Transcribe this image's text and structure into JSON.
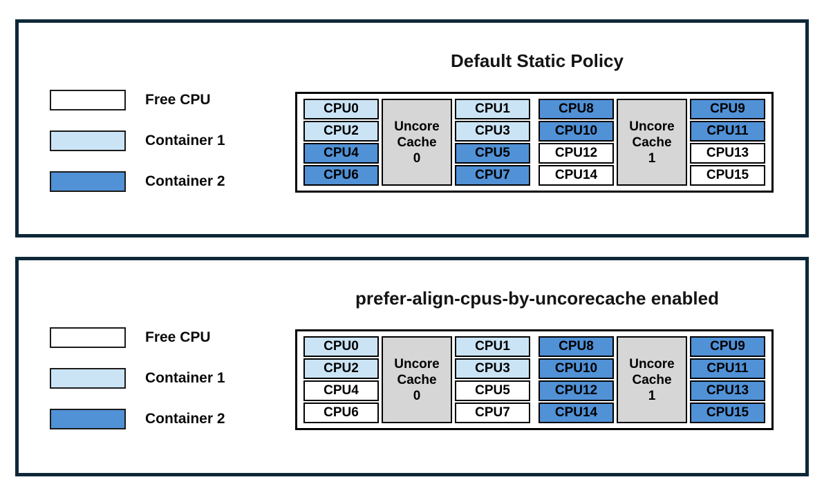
{
  "colors": {
    "free": "#ffffff",
    "container1": "#cbe4f5",
    "container2": "#5191d6",
    "cache_fill": "#d6d6d6",
    "panel_border": "#0d2838",
    "cell_border": "#000000"
  },
  "legend": {
    "items": [
      {
        "label": "Free CPU",
        "state": "free"
      },
      {
        "label": "Container 1",
        "state": "container1"
      },
      {
        "label": "Container 2",
        "state": "container2"
      }
    ]
  },
  "panels": [
    {
      "title": "Default Static Policy",
      "groups": [
        {
          "cache_lines": [
            "Uncore",
            "Cache",
            "0"
          ],
          "left_cpus": [
            {
              "label": "CPU0",
              "state": "container1"
            },
            {
              "label": "CPU2",
              "state": "container1"
            },
            {
              "label": "CPU4",
              "state": "container2"
            },
            {
              "label": "CPU6",
              "state": "container2"
            }
          ],
          "right_cpus": [
            {
              "label": "CPU1",
              "state": "container1"
            },
            {
              "label": "CPU3",
              "state": "container1"
            },
            {
              "label": "CPU5",
              "state": "container2"
            },
            {
              "label": "CPU7",
              "state": "container2"
            }
          ]
        },
        {
          "cache_lines": [
            "Uncore",
            "Cache",
            "1"
          ],
          "left_cpus": [
            {
              "label": "CPU8",
              "state": "container2"
            },
            {
              "label": "CPU10",
              "state": "container2"
            },
            {
              "label": "CPU12",
              "state": "free"
            },
            {
              "label": "CPU14",
              "state": "free"
            }
          ],
          "right_cpus": [
            {
              "label": "CPU9",
              "state": "container2"
            },
            {
              "label": "CPU11",
              "state": "container2"
            },
            {
              "label": "CPU13",
              "state": "free"
            },
            {
              "label": "CPU15",
              "state": "free"
            }
          ]
        }
      ]
    },
    {
      "title": "prefer-align-cpus-by-uncorecache enabled",
      "groups": [
        {
          "cache_lines": [
            "Uncore",
            "Cache",
            "0"
          ],
          "left_cpus": [
            {
              "label": "CPU0",
              "state": "container1"
            },
            {
              "label": "CPU2",
              "state": "container1"
            },
            {
              "label": "CPU4",
              "state": "free"
            },
            {
              "label": "CPU6",
              "state": "free"
            }
          ],
          "right_cpus": [
            {
              "label": "CPU1",
              "state": "container1"
            },
            {
              "label": "CPU3",
              "state": "container1"
            },
            {
              "label": "CPU5",
              "state": "free"
            },
            {
              "label": "CPU7",
              "state": "free"
            }
          ]
        },
        {
          "cache_lines": [
            "Uncore",
            "Cache",
            "1"
          ],
          "left_cpus": [
            {
              "label": "CPU8",
              "state": "container2"
            },
            {
              "label": "CPU10",
              "state": "container2"
            },
            {
              "label": "CPU12",
              "state": "container2"
            },
            {
              "label": "CPU14",
              "state": "container2"
            }
          ],
          "right_cpus": [
            {
              "label": "CPU9",
              "state": "container2"
            },
            {
              "label": "CPU11",
              "state": "container2"
            },
            {
              "label": "CPU13",
              "state": "container2"
            },
            {
              "label": "CPU15",
              "state": "container2"
            }
          ]
        }
      ]
    }
  ]
}
